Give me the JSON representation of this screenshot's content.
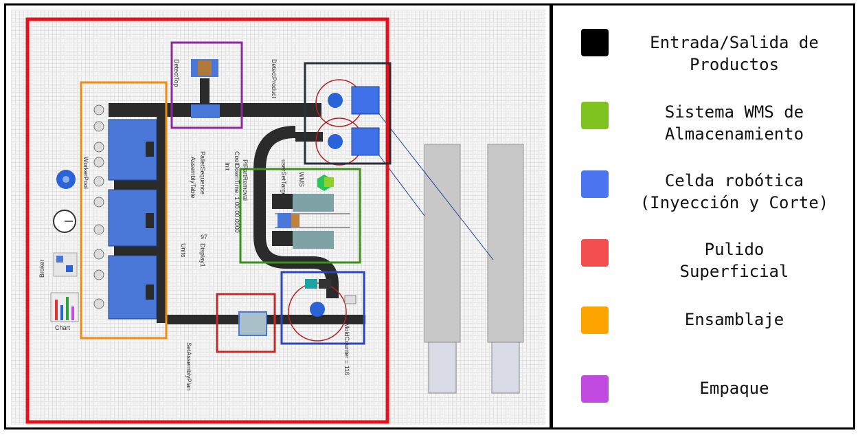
{
  "legend": [
    {
      "label": "Entrada/Salida de\nProductos",
      "color": "#000000",
      "icon": "black-square"
    },
    {
      "label": "Sistema WMS de\nAlmacenamiento",
      "color": "#7ec320",
      "icon": "green-square"
    },
    {
      "label": "Celda robótica\n(Inyección y Corte)",
      "color": "#4a74f0",
      "icon": "blue-square"
    },
    {
      "label": "Pulido\nSuperficial",
      "color": "#f44f50",
      "icon": "red-square"
    },
    {
      "label": "Ensamblaje",
      "color": "#fea400",
      "icon": "orange-square"
    },
    {
      "label": "Empaque",
      "color": "#c14ae0",
      "icon": "purple-square"
    }
  ],
  "model_labels": {
    "detect_top": "DetectTop",
    "detect_product": "DetectProduct",
    "worker_pool": "WorkerPool",
    "pallet_sequence": "PalletSequence",
    "assembly_table": "AssemblyTable",
    "init": "Init",
    "pl_part_removal": "PlPartRemoval",
    "cooldown_time": "CoolDownTime: 1:00:00.0000",
    "user_set_target": "userSetTarget",
    "wms": "WMS",
    "display": "Display1",
    "units": "Units",
    "display_value": "97",
    "broker": "Broker",
    "chart": "Chart",
    "set_assembly_plan": "SetAssemblyPlan",
    "mold_counter": "MoldCounter = 116"
  },
  "zone_colors": {
    "boundary": "#e8101a",
    "ensamblaje": "#f08c12",
    "empaque": "#8b27a0",
    "entrada_salida": "#2b2f36",
    "wms": "#3f8f1d",
    "celda_robotica": "#2c45b8",
    "pulido": "#c22a2a"
  }
}
